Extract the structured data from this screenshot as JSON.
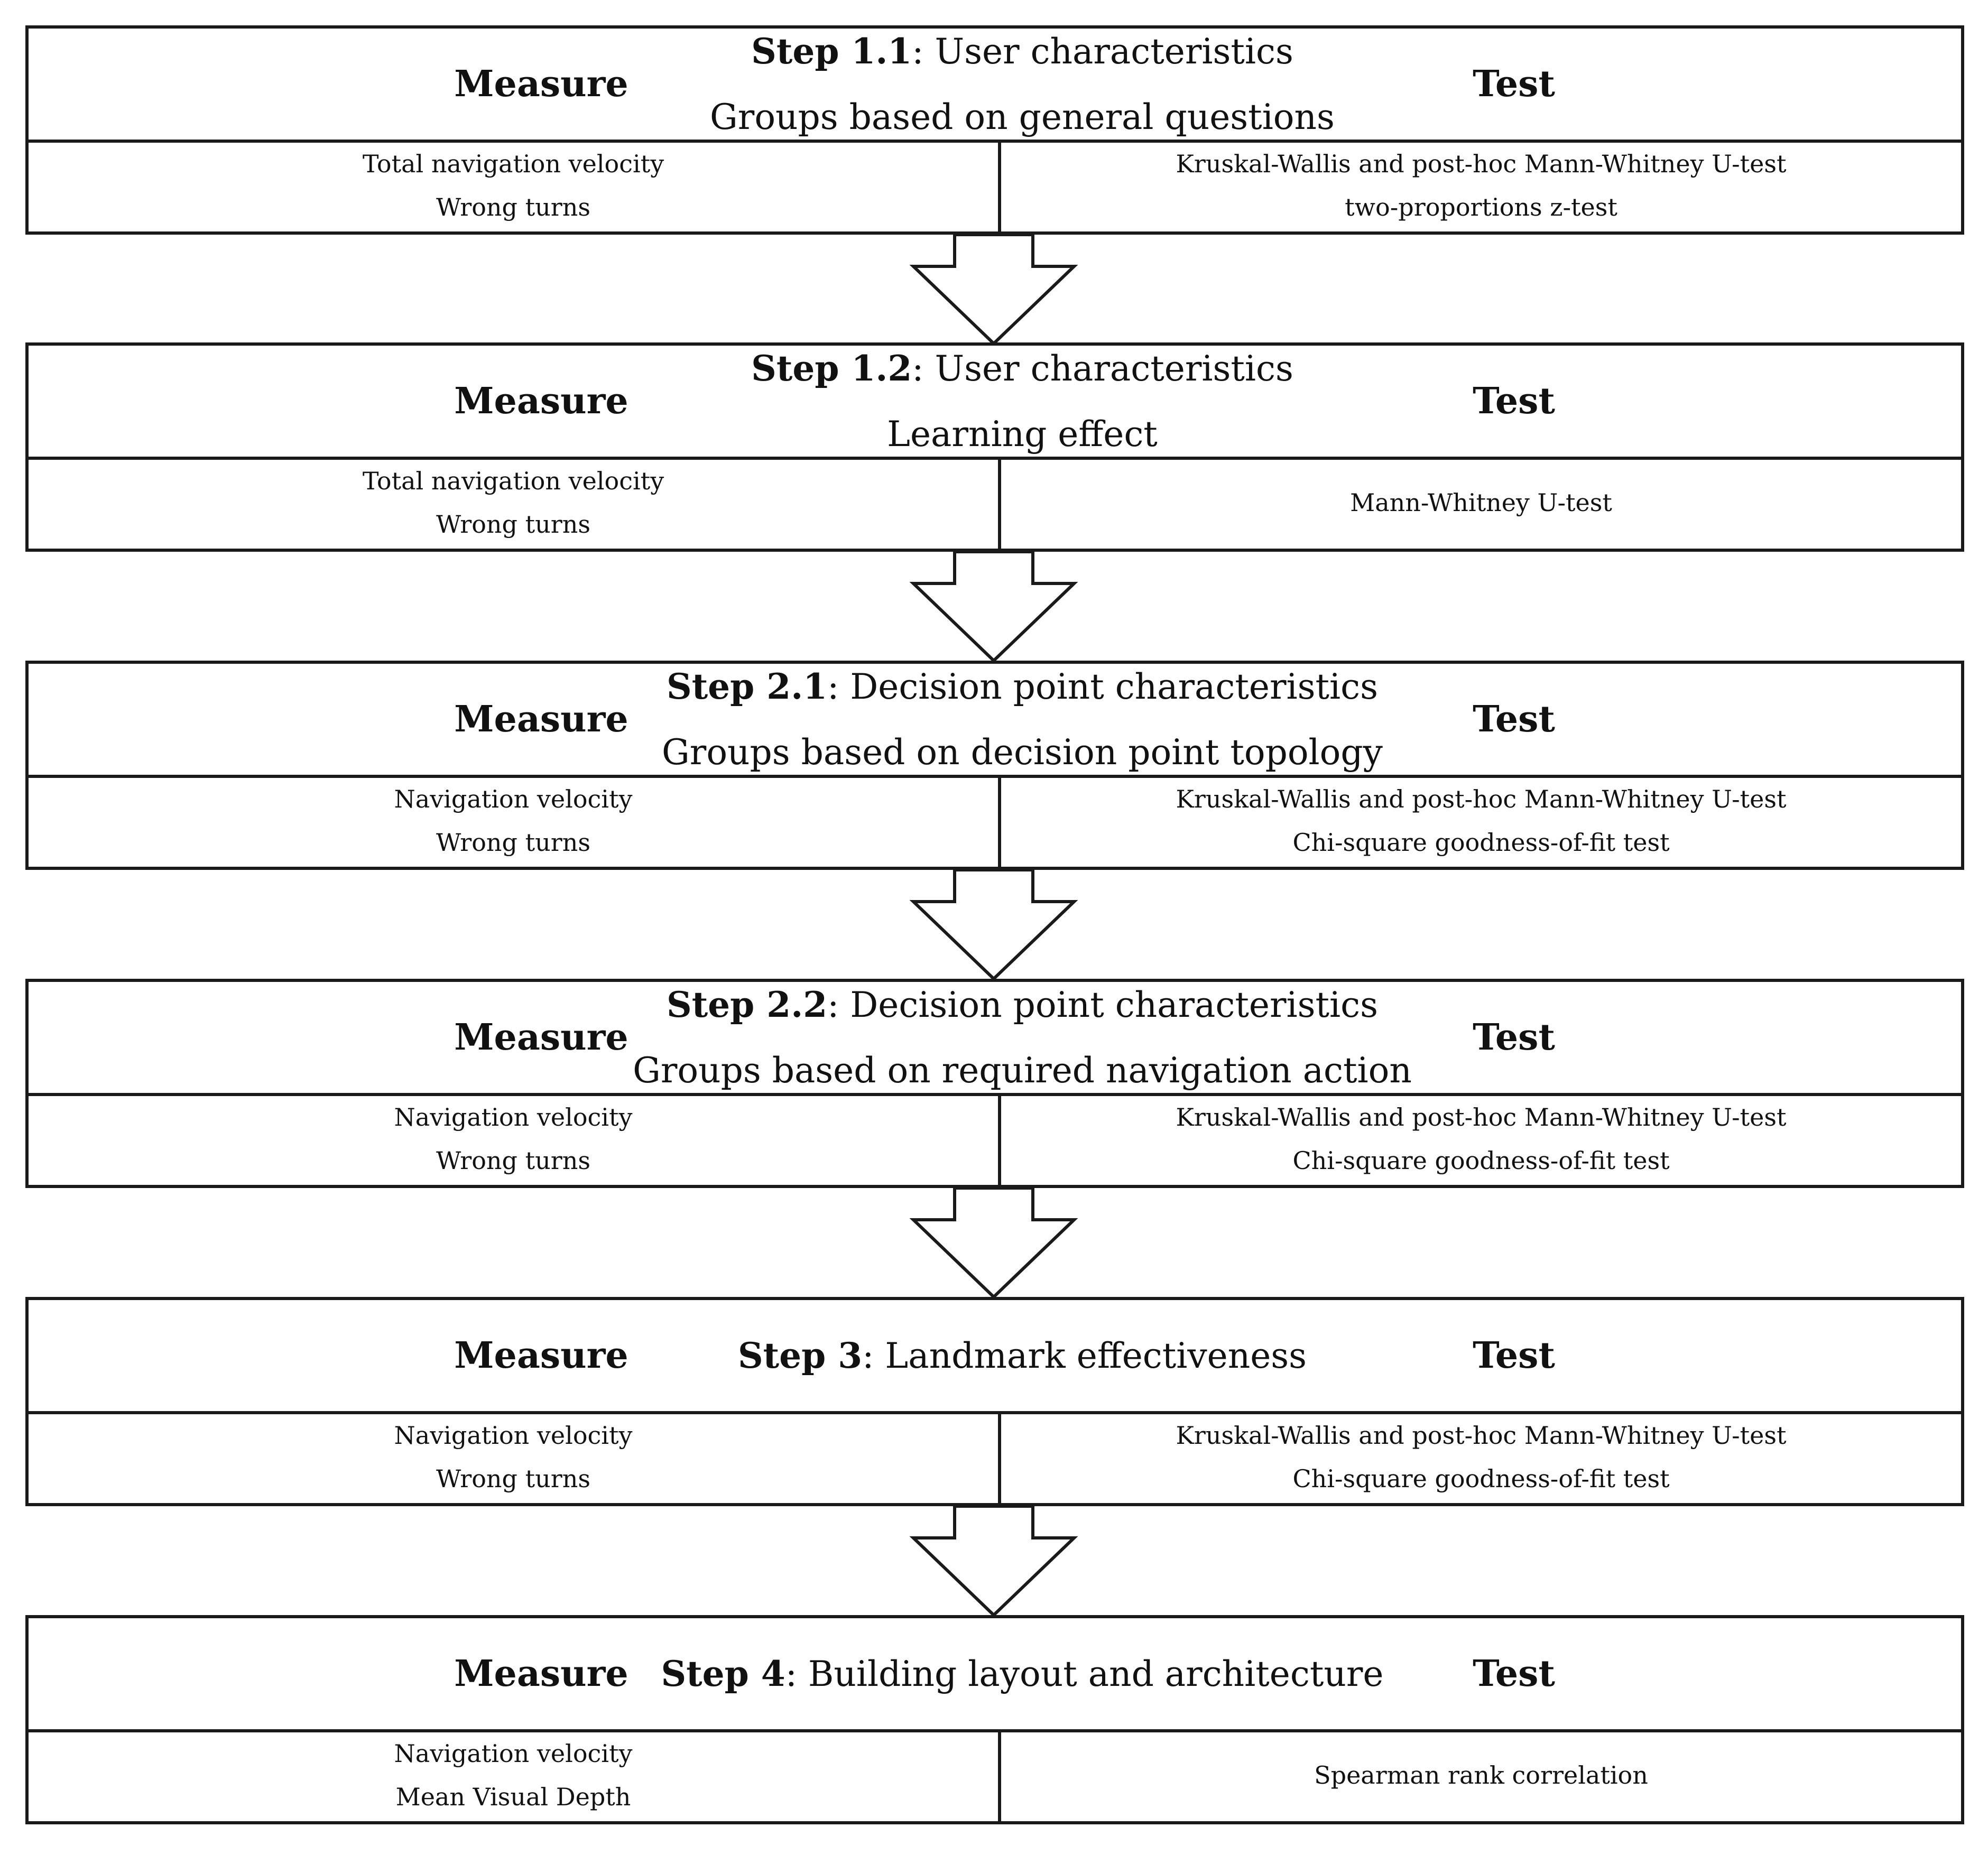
{
  "labels": {
    "measure": "Measure",
    "test": "Test"
  },
  "steps": [
    {
      "step_label": "Step 1.1",
      "title": "User characteristics",
      "subtitle": "Groups based on general questions",
      "measures": [
        "Total navigation velocity",
        "Wrong turns"
      ],
      "tests": [
        "Kruskal-Wallis and post-hoc Mann-Whitney U-test",
        "two-proportions z-test"
      ]
    },
    {
      "step_label": "Step 1.2",
      "title": "User characteristics",
      "subtitle": "Learning effect",
      "measures": [
        "Total navigation velocity",
        "Wrong turns"
      ],
      "tests": [
        "Mann-Whitney U-test"
      ]
    },
    {
      "step_label": "Step 2.1",
      "title": "Decision point characteristics",
      "subtitle": "Groups based on decision point topology",
      "measures": [
        "Navigation velocity",
        "Wrong turns"
      ],
      "tests": [
        "Kruskal-Wallis and post-hoc Mann-Whitney U-test",
        "Chi-square goodness-of-fit test"
      ]
    },
    {
      "step_label": "Step 2.2",
      "title": "Decision point characteristics",
      "subtitle": "Groups based on required navigation action",
      "measures": [
        "Navigation velocity",
        "Wrong turns"
      ],
      "tests": [
        "Kruskal-Wallis and post-hoc Mann-Whitney U-test",
        "Chi-square goodness-of-fit test"
      ]
    },
    {
      "step_label": "Step 3",
      "title": "Landmark effectiveness",
      "subtitle": "",
      "measures": [
        "Navigation velocity",
        "Wrong turns"
      ],
      "tests": [
        "Kruskal-Wallis and post-hoc Mann-Whitney U-test",
        "Chi-square goodness-of-fit test"
      ]
    },
    {
      "step_label": "Step 4",
      "title": "Building layout and architecture",
      "subtitle": "",
      "measures": [
        "Navigation velocity",
        "Mean Visual Depth"
      ],
      "tests": [
        "Spearman rank correlation"
      ]
    }
  ]
}
